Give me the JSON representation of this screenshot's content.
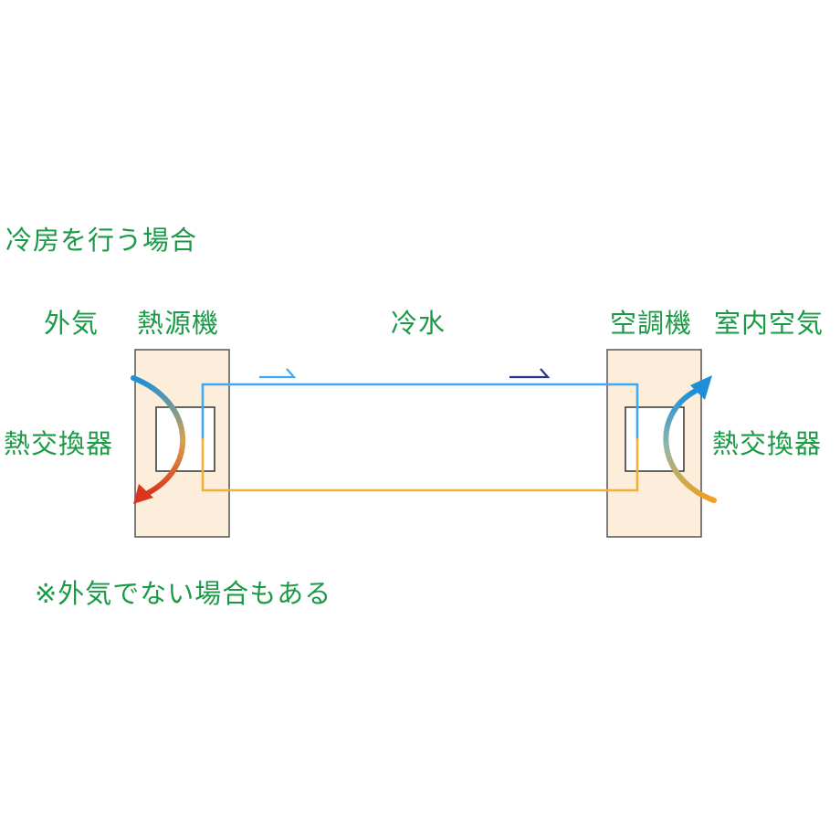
{
  "title": "冷房を行う場合",
  "labels": {
    "outside_air": "外気",
    "heat_source": "熱源機",
    "chilled_water": "冷水",
    "air_conditioner": "空調機",
    "indoor_air": "室内空気",
    "hx_left": "熱交換器",
    "hx_right": "熱交換器"
  },
  "note": "※外気でない場合もある",
  "colors": {
    "label_text": "#1a9a46",
    "box_fill": "#fdeedb",
    "box_stroke": "#555555",
    "supply_pipe": "#3fa9f5",
    "return_pipe": "#f0b03a",
    "arrow_light": "#3fa9f5",
    "arrow_dark": "#2e3192",
    "hot": "#d9361f",
    "cold": "#1c8fd8"
  }
}
